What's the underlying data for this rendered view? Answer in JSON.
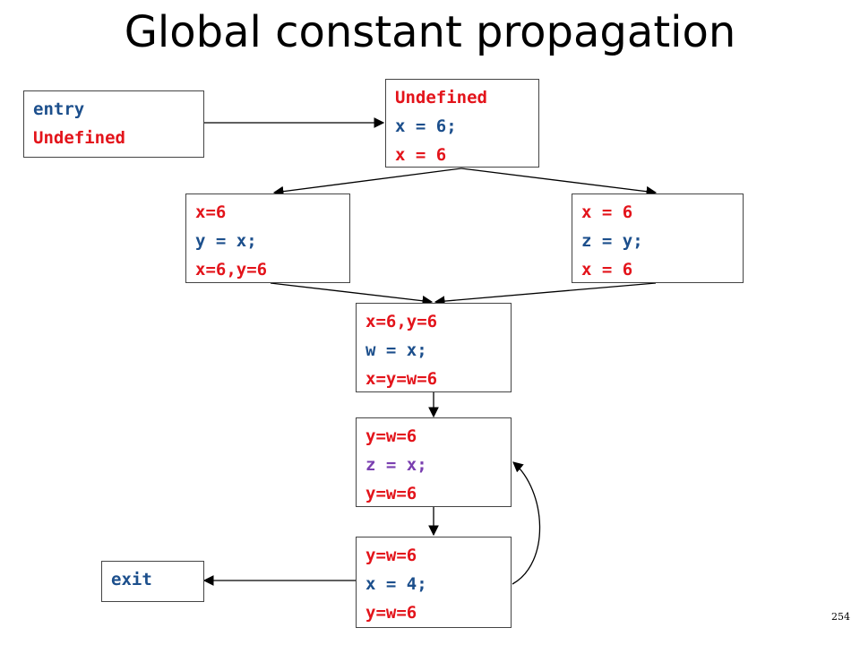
{
  "title": "Global constant propagation",
  "page_number": "254",
  "nodes": {
    "entry": {
      "lines": [
        {
          "text": "entry",
          "color": "blue"
        },
        {
          "text": "Undefined",
          "color": "red"
        }
      ]
    },
    "top": {
      "lines": [
        {
          "text": "Undefined",
          "color": "red"
        },
        {
          "text": "x = 6;",
          "color": "blue"
        },
        {
          "text": "x = 6",
          "color": "red"
        }
      ]
    },
    "left": {
      "lines": [
        {
          "text": "x=6",
          "color": "red"
        },
        {
          "text": "y = x;",
          "color": "blue"
        },
        {
          "text": "x=6,y=6",
          "color": "red"
        }
      ]
    },
    "right": {
      "lines": [
        {
          "text": "x = 6",
          "color": "red"
        },
        {
          "text": "z = y;",
          "color": "blue"
        },
        {
          "text": "x = 6",
          "color": "red"
        }
      ]
    },
    "merge": {
      "lines": [
        {
          "text": "x=6,y=6",
          "color": "red"
        },
        {
          "text": "w = x;",
          "color": "blue"
        },
        {
          "text": "x=y=w=6",
          "color": "red"
        }
      ]
    },
    "loop": {
      "lines": [
        {
          "text": "y=w=6",
          "color": "red"
        },
        {
          "text": "z = x;",
          "color": "purple"
        },
        {
          "text": "y=w=6",
          "color": "red"
        }
      ]
    },
    "bottom": {
      "lines": [
        {
          "text": "y=w=6",
          "color": "red"
        },
        {
          "text": "x = 4;",
          "color": "blue"
        },
        {
          "text": "y=w=6",
          "color": "red"
        }
      ]
    },
    "exit": {
      "lines": [
        {
          "text": "exit",
          "color": "blue"
        }
      ]
    }
  },
  "edges": [
    {
      "from": "entry",
      "to": "top"
    },
    {
      "from": "top",
      "to": "left"
    },
    {
      "from": "top",
      "to": "right"
    },
    {
      "from": "left",
      "to": "merge"
    },
    {
      "from": "right",
      "to": "merge"
    },
    {
      "from": "merge",
      "to": "loop"
    },
    {
      "from": "loop",
      "to": "bottom"
    },
    {
      "from": "bottom",
      "to": "loop"
    },
    {
      "from": "bottom",
      "to": "exit"
    }
  ]
}
